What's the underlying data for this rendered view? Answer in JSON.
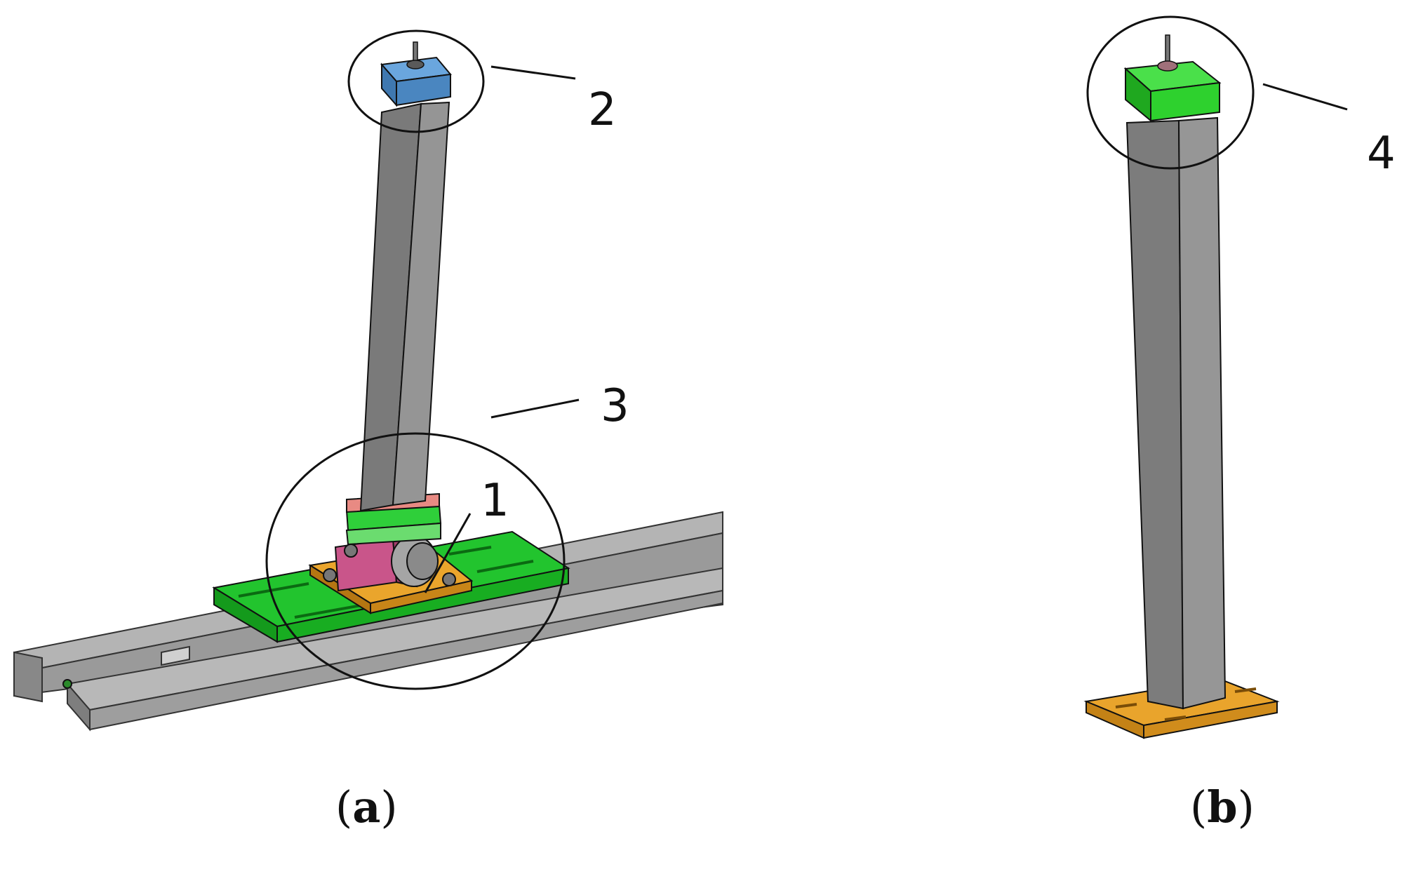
{
  "labels": {
    "one": "1",
    "two": "2",
    "three": "3",
    "four": "4"
  },
  "captions": {
    "a_open": "(",
    "a_letter": "a",
    "a_close": ")",
    "b_open": "(",
    "b_letter": "b",
    "b_close": ")"
  },
  "colors": {
    "column_light": "#8f8f8f",
    "column_dark": "#6f6f6f",
    "rail": "#a4a4a4",
    "rail_dark": "#7e7e7e",
    "plate_green": "#1fbf2c",
    "plate_green_dark": "#128a1a",
    "cap_blue": "#4a86c0",
    "cap_green": "#2ed12e",
    "base_orange": "#e8a32a",
    "bearing_pink": "#c9558a",
    "pad_salmon": "#e88a83",
    "outline": "#111111"
  }
}
